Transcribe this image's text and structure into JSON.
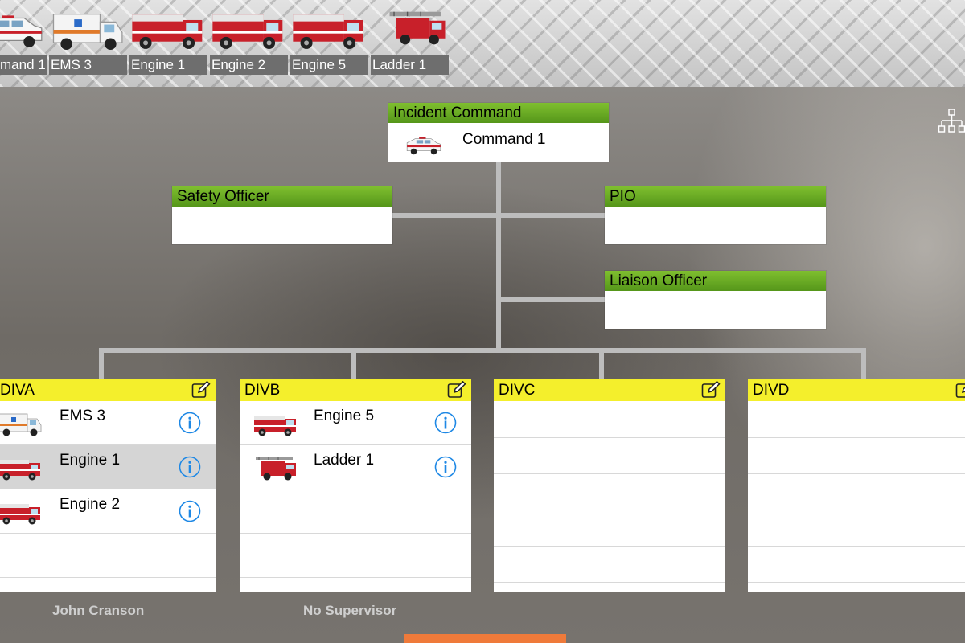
{
  "unit_bar": {
    "units": [
      "mand 1",
      "EMS 3",
      "Engine 1",
      "Engine 2",
      "Engine 5",
      "Ladder 1"
    ]
  },
  "command": {
    "header": "Incident Command",
    "unit": "Command 1"
  },
  "staff": {
    "safety": {
      "header": "Safety Officer"
    },
    "pio": {
      "header": "PIO"
    },
    "liaison": {
      "header": "Liaison Officer"
    }
  },
  "divisions": [
    {
      "name": "DIVA",
      "supervisor": "John Cranson",
      "units": [
        {
          "name": "EMS 3",
          "type": "ambulance"
        },
        {
          "name": "Engine 1",
          "type": "engine",
          "selected": true
        },
        {
          "name": "Engine 2",
          "type": "engine"
        }
      ]
    },
    {
      "name": "DIVB",
      "supervisor": "No Supervisor",
      "units": [
        {
          "name": "Engine 5",
          "type": "engine"
        },
        {
          "name": "Ladder 1",
          "type": "ladder"
        }
      ]
    },
    {
      "name": "DIVC",
      "units": []
    },
    {
      "name": "DIVD",
      "units": []
    }
  ],
  "icons": {
    "edit": "edit-icon",
    "info": "info-icon",
    "org_chart": "org-chart-icon"
  },
  "colors": {
    "command_header": "#5fa21f",
    "division_header": "#f4ef2c",
    "info_blue": "#1e88e5",
    "unit_caption_bg": "#6e6e6e",
    "bottom_tab": "#ef7a3a"
  }
}
